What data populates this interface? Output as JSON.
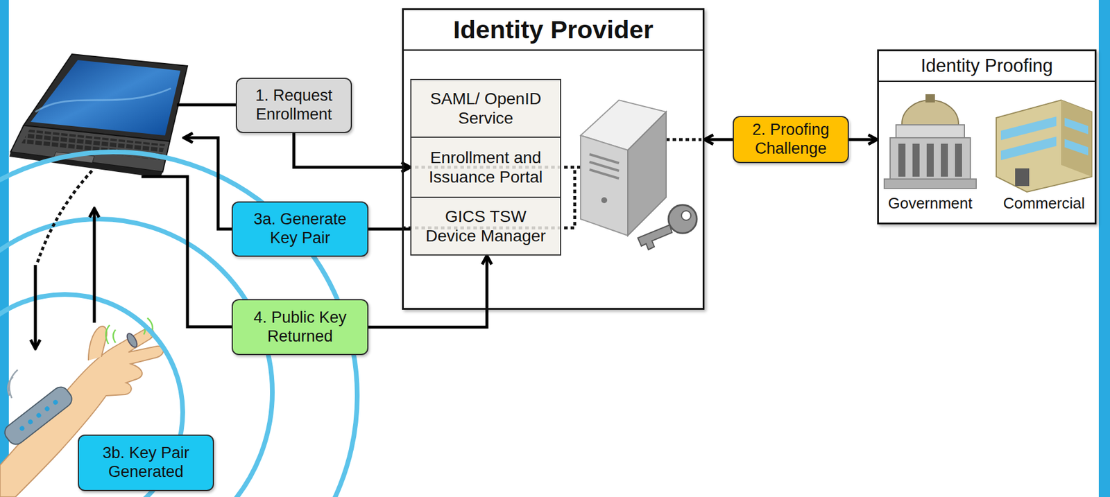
{
  "diagram": {
    "nodes": [
      {
        "text": [
          "1. Request Enrollment"
        ]
      },
      {
        "text": [
          "Identity Provider"
        ]
      },
      {
        "text": [
          "SAML/ OpenID Service"
        ],
        "in": 1
      },
      {
        "text": [
          "Enrollment and Issuance Portal"
        ],
        "in": 1
      },
      {
        "text": [
          "GICS TSW",
          "Device Manager"
        ],
        "in": 1
      },
      {
        "text": [
          "Identity Proofing"
        ]
      },
      {
        "text": [
          "3a. Generate Key Pair"
        ]
      },
      {
        "text": [
          "4. Public Key Returned"
        ]
      },
      {
        "text": [
          "3b. Key Pair Generated"
        ]
      }
    ],
    "edges": [
      {
        "from": 0,
        "to": 3,
        "arrow": "to"
      },
      {
        "from": 1,
        "to": 5,
        "label": "2. Proofing Challenge",
        "arrow": "both"
      },
      {
        "from": 4,
        "to": 6,
        "arrow": "none"
      },
      {
        "from": 7,
        "to": 4,
        "arrow": "to"
      }
    ],
    "labels": [
      "Government",
      "Commercial"
    ]
  }
}
